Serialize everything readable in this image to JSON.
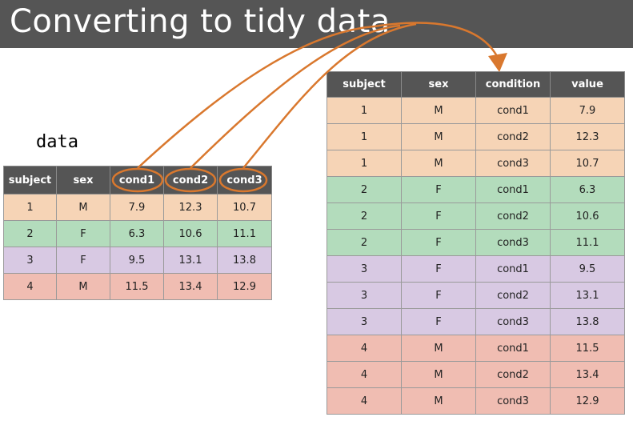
{
  "title": "Converting to tidy data",
  "data_label": "data",
  "colors": {
    "header_bg": "#555555",
    "row_1": "#f6d4b6",
    "row_2": "#b3dcbc",
    "row_3": "#d8c9e3",
    "row_4": "#f0bdb2",
    "arrow": "#d9782e"
  },
  "wide_table": {
    "headers": [
      "subject",
      "sex",
      "cond1",
      "cond2",
      "cond3"
    ],
    "rows": [
      {
        "subject": "1",
        "sex": "M",
        "cond1": "7.9",
        "cond2": "12.3",
        "cond3": "10.7"
      },
      {
        "subject": "2",
        "sex": "F",
        "cond1": "6.3",
        "cond2": "10.6",
        "cond3": "11.1"
      },
      {
        "subject": "3",
        "sex": "F",
        "cond1": "9.5",
        "cond2": "13.1",
        "cond3": "13.8"
      },
      {
        "subject": "4",
        "sex": "M",
        "cond1": "11.5",
        "cond2": "13.4",
        "cond3": "12.9"
      }
    ]
  },
  "tidy_table": {
    "headers": [
      "subject",
      "sex",
      "condition",
      "value"
    ],
    "rows": [
      {
        "subject": "1",
        "sex": "M",
        "condition": "cond1",
        "value": "7.9"
      },
      {
        "subject": "1",
        "sex": "M",
        "condition": "cond2",
        "value": "12.3"
      },
      {
        "subject": "1",
        "sex": "M",
        "condition": "cond3",
        "value": "10.7"
      },
      {
        "subject": "2",
        "sex": "F",
        "condition": "cond1",
        "value": "6.3"
      },
      {
        "subject": "2",
        "sex": "F",
        "condition": "cond2",
        "value": "10.6"
      },
      {
        "subject": "2",
        "sex": "F",
        "condition": "cond3",
        "value": "11.1"
      },
      {
        "subject": "3",
        "sex": "F",
        "condition": "cond1",
        "value": "9.5"
      },
      {
        "subject": "3",
        "sex": "F",
        "condition": "cond2",
        "value": "13.1"
      },
      {
        "subject": "3",
        "sex": "F",
        "condition": "cond3",
        "value": "13.8"
      },
      {
        "subject": "4",
        "sex": "M",
        "condition": "cond1",
        "value": "11.5"
      },
      {
        "subject": "4",
        "sex": "M",
        "condition": "cond2",
        "value": "13.4"
      },
      {
        "subject": "4",
        "sex": "M",
        "condition": "cond3",
        "value": "12.9"
      }
    ]
  }
}
